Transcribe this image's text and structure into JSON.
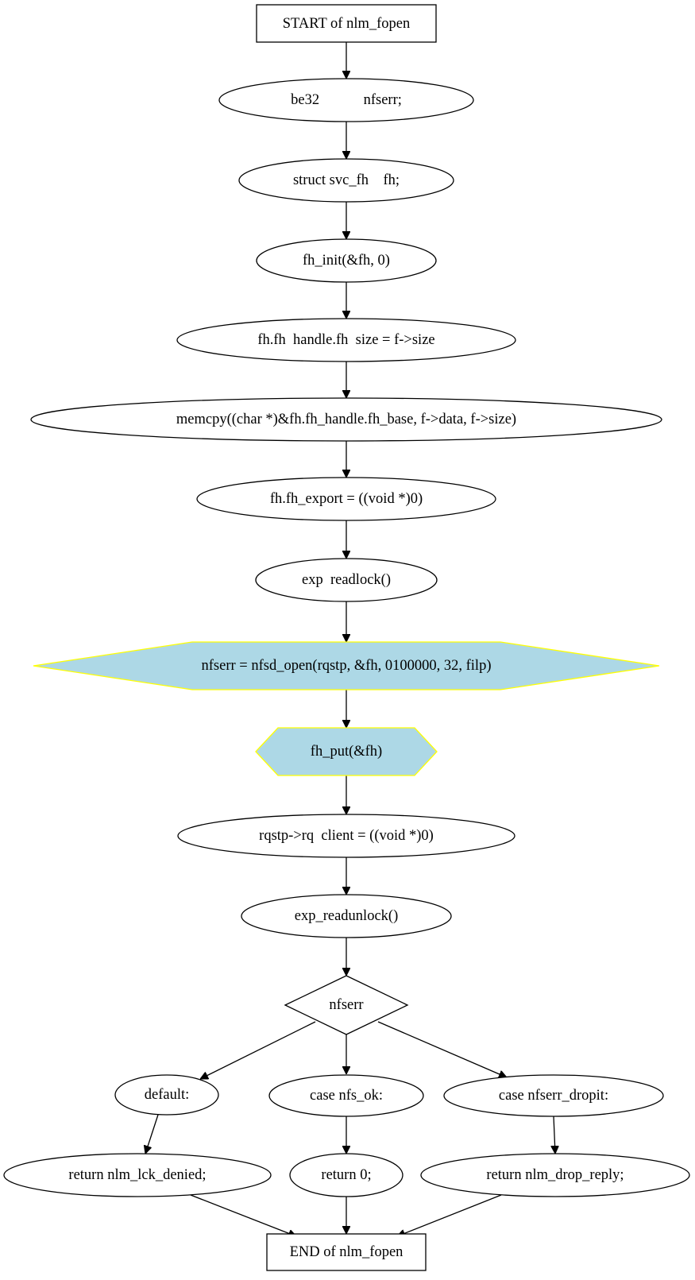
{
  "nodes": {
    "start": "START of nlm_fopen",
    "be32": "be32            nfserr;",
    "svc_fh": "struct svc_fh    fh;",
    "fh_init": "fh_init(&fh, 0)",
    "fh_size": "fh.fh  handle.fh  size = f->size",
    "memcpy": "memcpy((char *)&fh.fh_handle.fh_base, f->data, f->size)",
    "fh_export": "fh.fh_export = ((void *)0)",
    "readlock": "exp  readlock()",
    "nfsd_open": "nfserr = nfsd_open(rqstp, &fh, 0100000, 32, filp)",
    "fh_put": "fh_put(&fh)",
    "rq_client": "rqstp->rq  client = ((void *)0)",
    "readunlock": "exp_readunlock()",
    "nfserr_switch": "nfserr",
    "default_case": "default:",
    "case_ok": "case nfs_ok:",
    "case_dropit": "case nfserr_dropit:",
    "ret_denied": "return nlm_lck_denied;",
    "ret_zero": "return 0;",
    "ret_drop": "return nlm_drop_reply;",
    "end": "END of nlm_fopen"
  },
  "colors": {
    "highlight_fill": "#add8e6",
    "highlight_stroke": "#ffff00"
  }
}
